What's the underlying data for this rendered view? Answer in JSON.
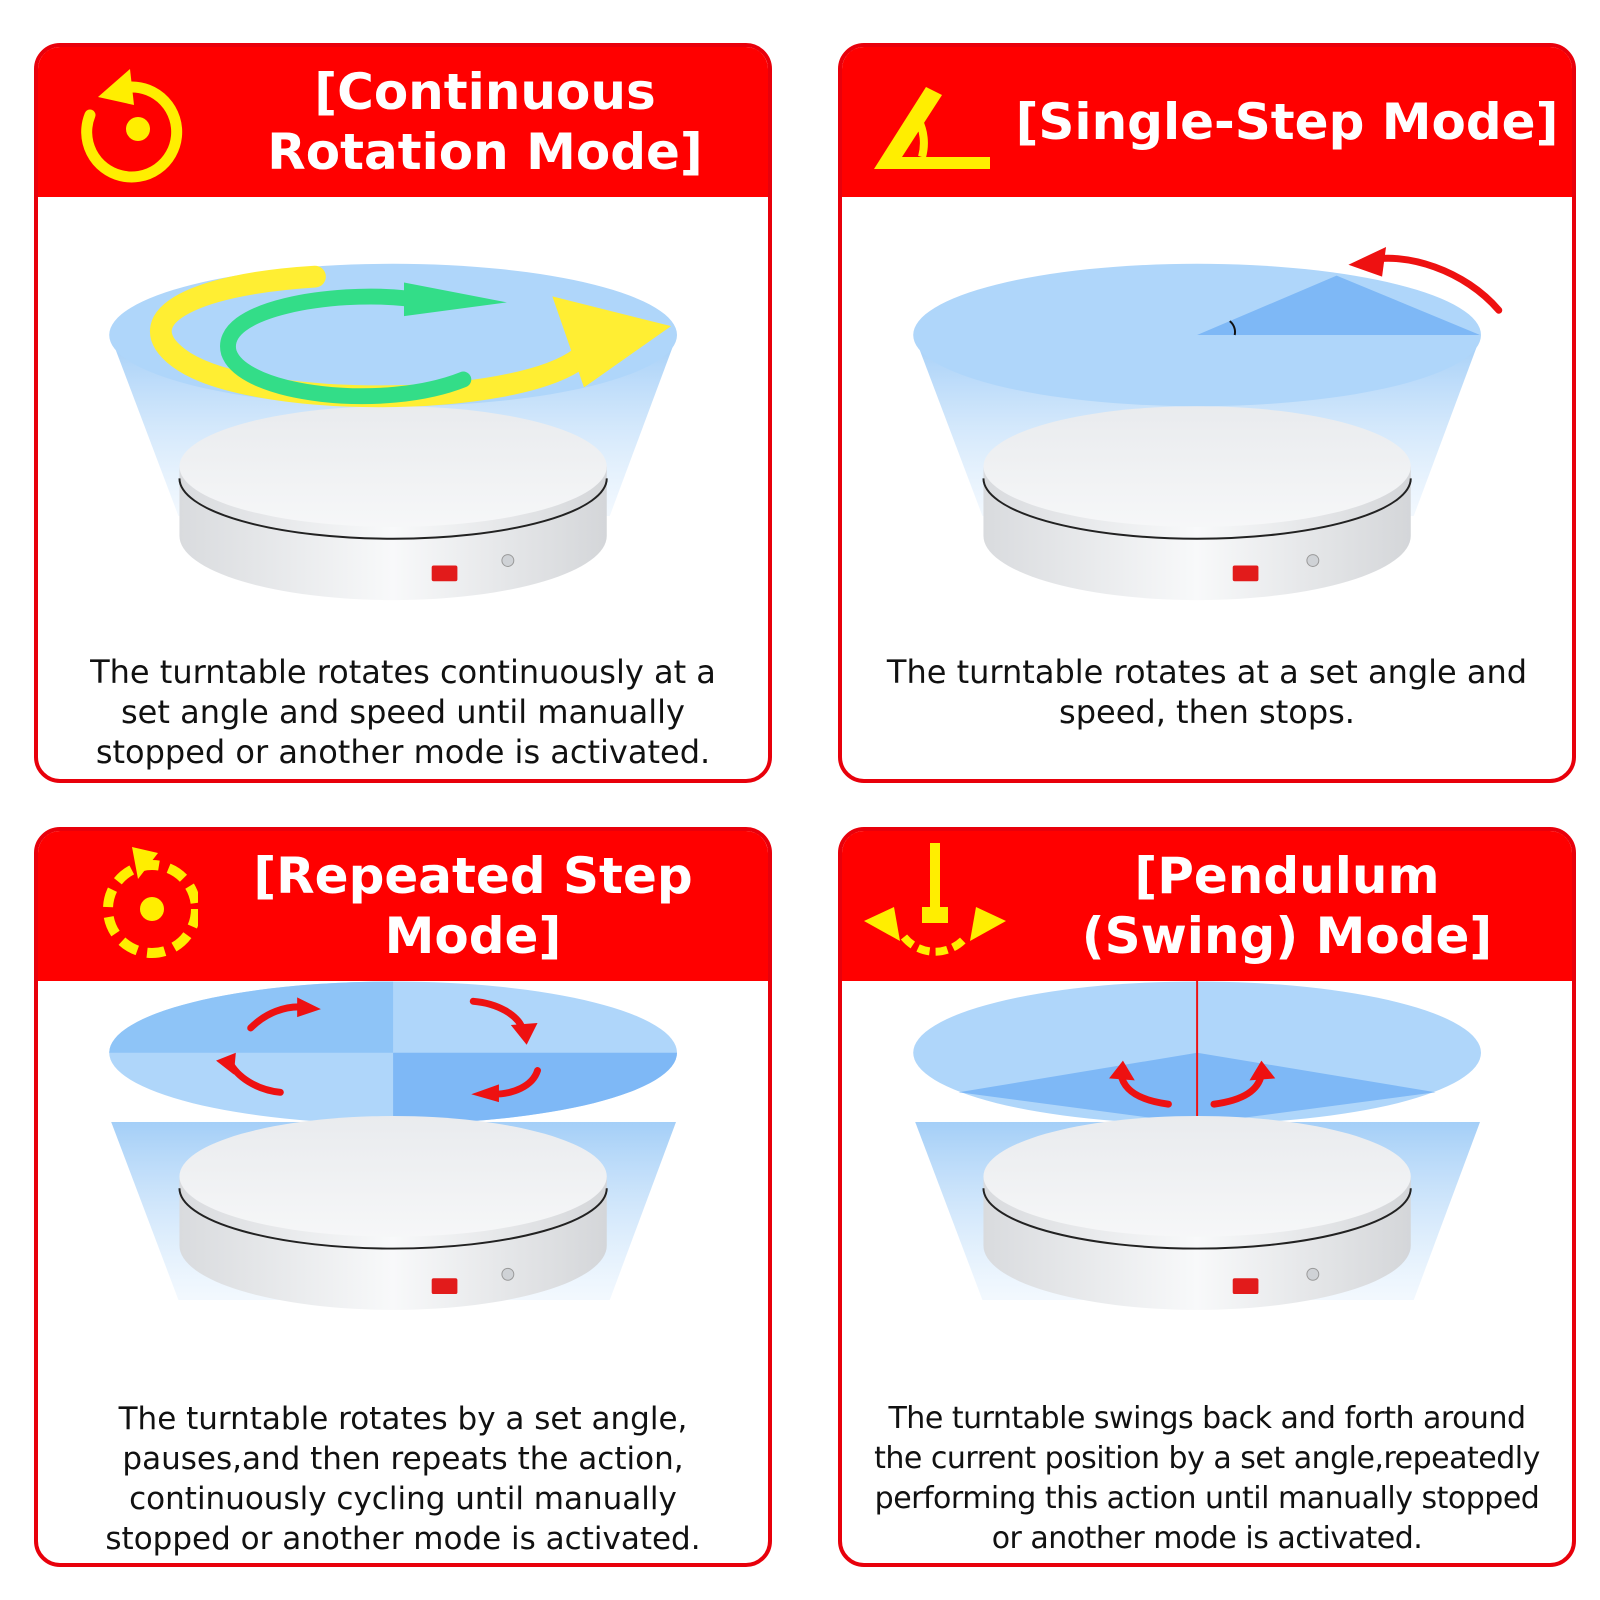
{
  "colors": {
    "accent_red": "#ff0000",
    "icon_yellow": "#ffee00",
    "disc_blue": "#a9d4f8",
    "sector_blue": "#7eb8f6",
    "arrow_green": "#33dd88",
    "arrow_red": "#ee1111"
  },
  "cards": [
    {
      "title": "[Continuous Rotation Mode]",
      "icon": "rotate-arrow-icon",
      "description": "The turntable rotates continuously at a set angle and speed until manually stopped or another mode is activated."
    },
    {
      "title": "[Single-Step Mode]",
      "icon": "angle-icon",
      "description": "The turntable rotates at a set angle and speed, then stops."
    },
    {
      "title": "[Repeated Step Mode]",
      "icon": "dashed-rotate-icon",
      "description": "The turntable rotates by a set angle, pauses,and then repeats the action, continuously cycling until manually stopped or another mode is activated."
    },
    {
      "title": "[Pendulum (Swing) Mode]",
      "icon": "pendulum-icon",
      "description": "The turntable swings back and forth around the current position by a set angle,repeatedly performing this action until manually stopped or another mode is activated."
    }
  ]
}
